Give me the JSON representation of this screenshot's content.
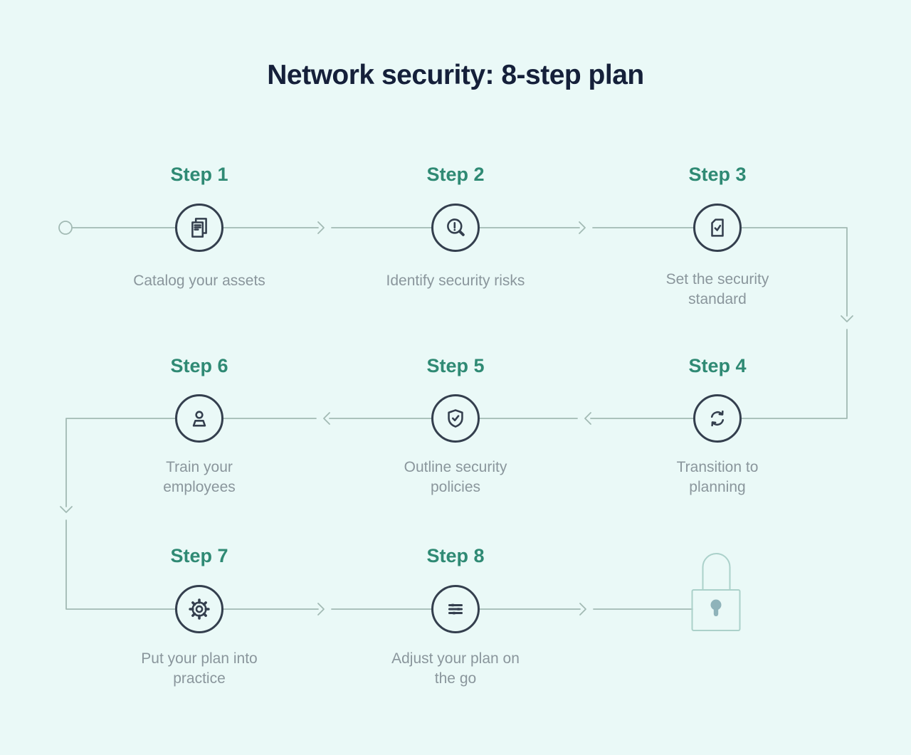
{
  "title": "Network security: 8-step plan",
  "steps": [
    {
      "label": "Step 1",
      "caption": "Catalog your assets",
      "icon": "documents-icon"
    },
    {
      "label": "Step 2",
      "caption": "Identify security risks",
      "icon": "magnifier-alert-icon"
    },
    {
      "label": "Step 3",
      "caption": "Set the security standard",
      "icon": "document-check-icon"
    },
    {
      "label": "Step 4",
      "caption": "Transition to planning",
      "icon": "sync-icon"
    },
    {
      "label": "Step 5",
      "caption": "Outline security policies",
      "icon": "shield-check-icon"
    },
    {
      "label": "Step 6",
      "caption": "Train your employees",
      "icon": "person-icon"
    },
    {
      "label": "Step 7",
      "caption": "Put your plan into practice",
      "icon": "gear-icon"
    },
    {
      "label": "Step 8",
      "caption": "Adjust your plan on the go",
      "icon": "sliders-icon"
    }
  ],
  "end_marker": "lock-icon",
  "start_marker": "circle-start-marker",
  "colors": {
    "background": "#eaf9f7",
    "title": "#15203a",
    "step_label": "#2f8a74",
    "caption": "#8a969c",
    "icon_stroke": "#343f4e",
    "connector": "#a2bab4",
    "lock_outline": "#abd1ca",
    "keyhole_fill": "#8fb3ba"
  }
}
